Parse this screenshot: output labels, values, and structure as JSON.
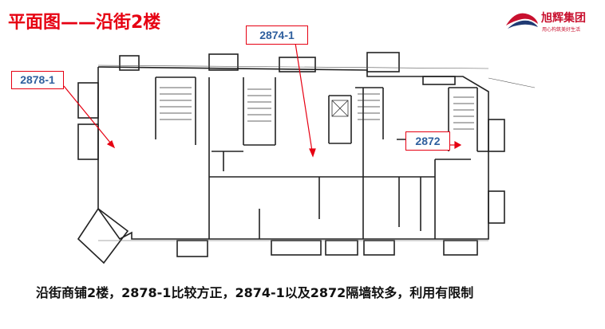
{
  "title": "平面图——沿街2楼",
  "logo": {
    "name": "旭辉集团",
    "slogan": "用心构筑美好生活",
    "colors": {
      "primary": "#c8102e",
      "secondary": "#1f3a73"
    }
  },
  "unit_labels": {
    "unit_2878": "2878-1",
    "unit_2874": "2874-1",
    "unit_2872": "2872"
  },
  "caption": "沿街商铺2楼，2878-1比较方正，2874-1以及2872隔墙较多，利用有限制",
  "colors": {
    "accent_red": "#e60012",
    "label_blue": "#2e5f9e",
    "wall": "#222222"
  }
}
